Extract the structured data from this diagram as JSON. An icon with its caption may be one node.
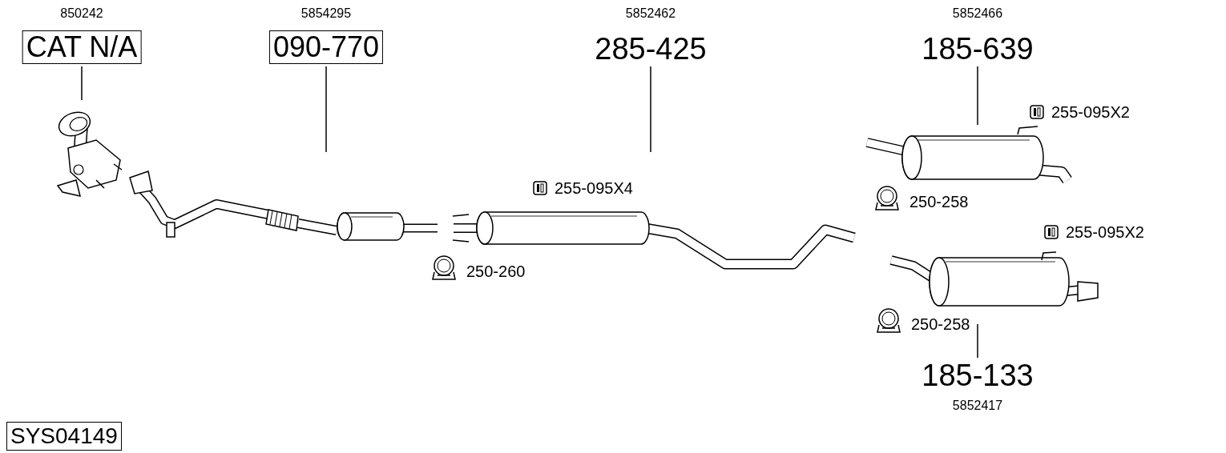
{
  "diagram": {
    "nodes": [
      {
        "text": [
          "CAT N/A"
        ],
        "beside": [
          "850242"
        ]
      },
      {
        "text": [],
        "shape": "picture"
      },
      {
        "text": [
          "090-770"
        ],
        "beside": [
          "5854295"
        ]
      },
      {
        "text": [],
        "shape": "picture"
      },
      {
        "text": [
          "285-425"
        ],
        "beside": [
          "5852462"
        ]
      },
      {
        "text": [],
        "shape": "picture"
      },
      {
        "text": [
          "185-639"
        ],
        "beside": [
          "5852466"
        ]
      },
      {
        "text": [],
        "shape": "picture"
      },
      {
        "text": [
          "185-133"
        ],
        "beside": [
          "5852417"
        ]
      },
      {
        "text": [],
        "shape": "picture"
      }
    ],
    "edges": [
      {
        "from": 0,
        "to": 1,
        "arrow": "none"
      },
      {
        "from": 2,
        "to": 3,
        "arrow": "none"
      },
      {
        "from": 4,
        "to": 5,
        "arrow": "none"
      },
      {
        "from": 6,
        "to": 7,
        "arrow": "none"
      },
      {
        "from": 8,
        "to": 9,
        "arrow": "none"
      }
    ],
    "labels": [
      "255-095X2",
      "255-095X4",
      "250-258",
      "255-095X2",
      "250-260",
      "250-258",
      "SYS04149"
    ]
  }
}
